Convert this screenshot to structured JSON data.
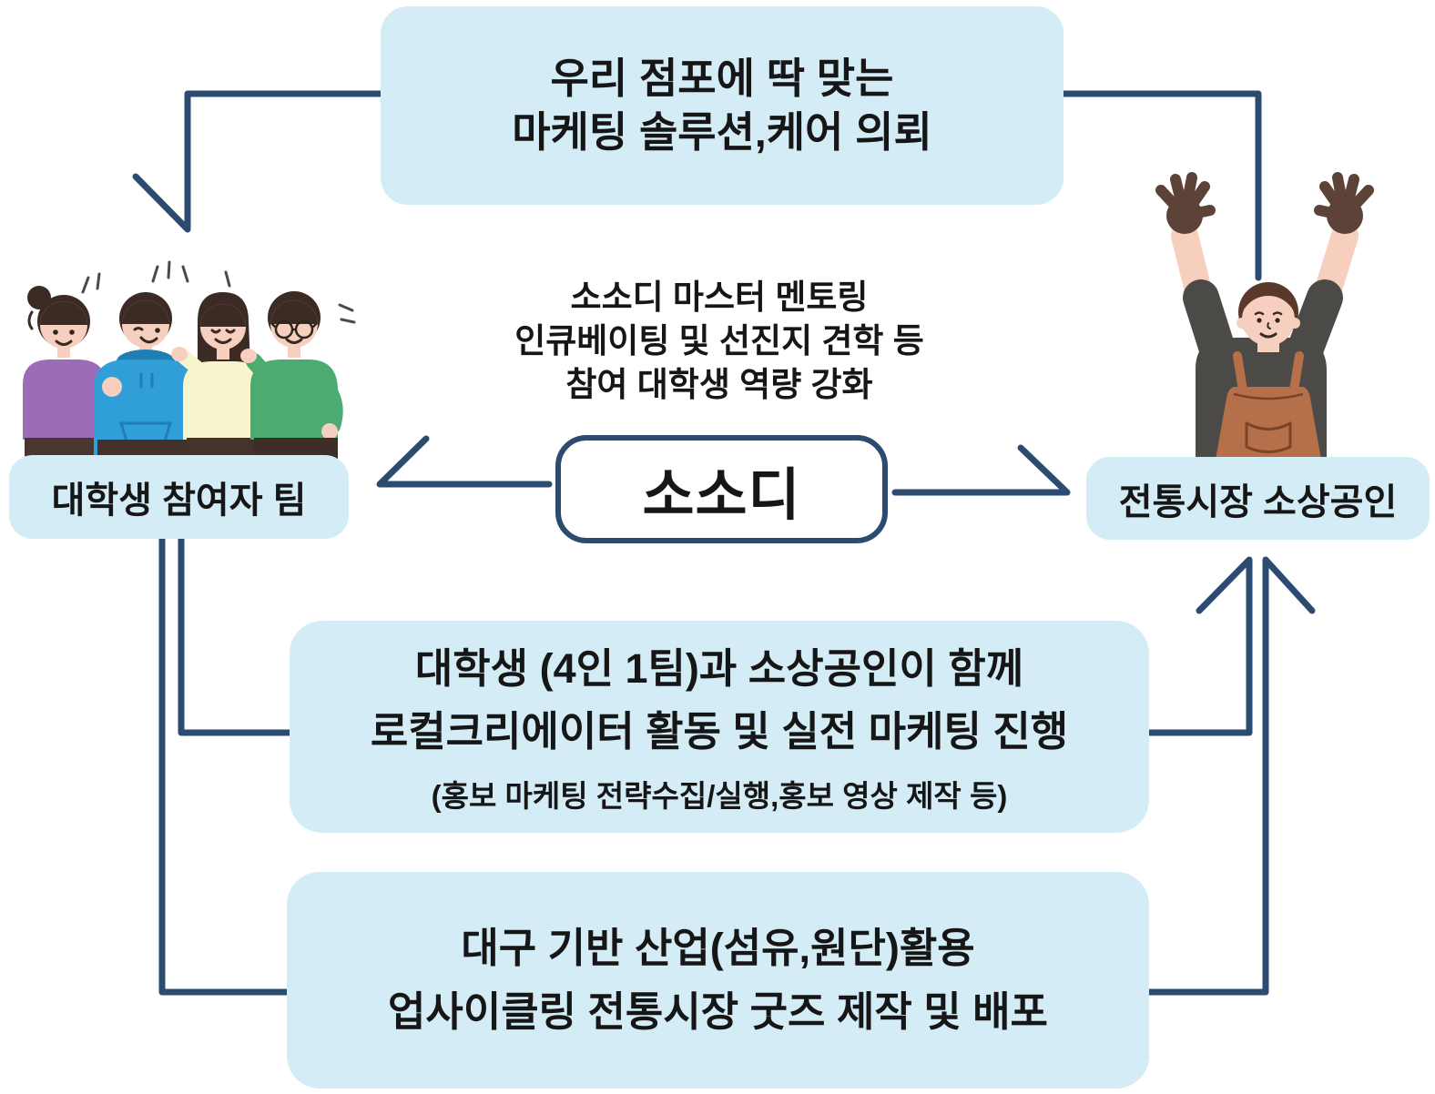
{
  "page": {
    "background": "#ffffff"
  },
  "diagram": {
    "top_box": {
      "lines": [
        "우리 점포에 딱 맞는",
        "마케팅 솔루션,케어 의뢰"
      ]
    },
    "center_note": {
      "lines": [
        "소소디 마스터 멘토링",
        "인큐베이팅 및 선진지 견학 등",
        "참여 대학생 역량 강화"
      ]
    },
    "center_box": {
      "label": "소소디"
    },
    "left_actor": {
      "label": "대학생 참여자 팀",
      "illustration": "students-team-illustration"
    },
    "right_actor": {
      "label": "전통시장 소상공인",
      "illustration": "merchant-cheering-illustration"
    },
    "middle_box": {
      "lines": [
        "대학생 (4인 1팀)과 소상공인이 함께",
        "로컬크리에이터 활동 및 실전 마케팅 진행"
      ],
      "subline": "(홍보 마케팅 전략수집/실행,홍보 영상 제작 등)"
    },
    "bottom_box": {
      "lines": [
        "대구 기반 산업(섬유,원단)활용",
        "업사이클링 전통시장 굿즈 제작 및 배포"
      ]
    },
    "colors": {
      "line": "#2b4c70",
      "box_fill": "#d3ecf6",
      "text": "#161616",
      "center_box_bg": "#ffffff",
      "skin": "#f6cfbe",
      "hair_dark": "#3c2b25",
      "hair_brown": "#5a392b",
      "glove": "#5c4237",
      "shirt": "#4b4a47",
      "apron": "#b57049",
      "purple": "#9d6cb8",
      "blue": "#2f9ed9",
      "blue_dark": "#1f7fb5",
      "cream": "#f8f4cb",
      "green": "#4cab70",
      "pants": "#4a3630"
    }
  }
}
